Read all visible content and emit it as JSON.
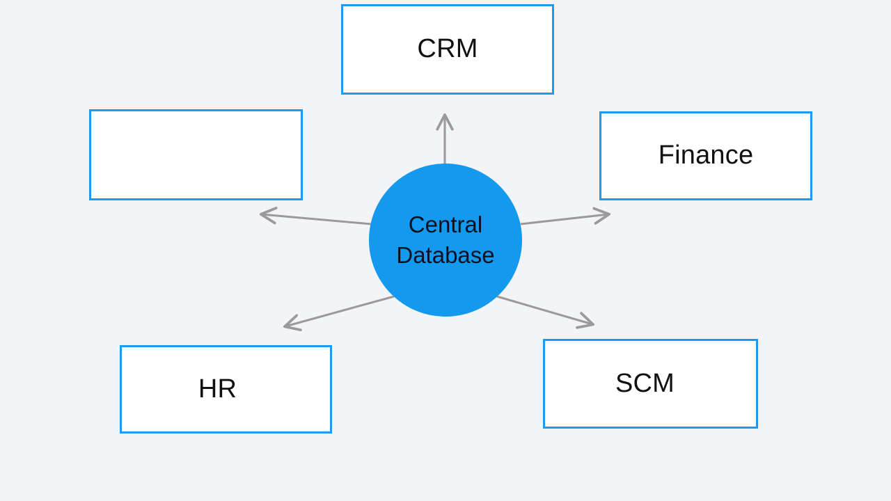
{
  "diagram": {
    "title": "Central Database hub-and-spoke integration diagram",
    "background_color": "#f2f4f8",
    "accent_color": "#1e9bf0",
    "hub_fill_color": "#1399ee",
    "arrow_color": "#9a9a9a",
    "hub": {
      "label": "Central\nDatabase",
      "line1": "Central",
      "line2": "Database",
      "shape": "circle"
    },
    "nodes": [
      {
        "id": "crm",
        "label": "CRM",
        "position": "top"
      },
      {
        "id": "left",
        "label": "",
        "position": "left"
      },
      {
        "id": "finance",
        "label": "Finance",
        "position": "right"
      },
      {
        "id": "hr",
        "label": "HR",
        "position": "bottom-left"
      },
      {
        "id": "scm",
        "label": "SCM",
        "position": "bottom-right"
      }
    ],
    "connectors": [
      {
        "id": "hub-to-crm",
        "from": "hub",
        "to": "crm",
        "direction": "up"
      },
      {
        "id": "hub-to-left",
        "from": "hub",
        "to": "left",
        "direction": "left"
      },
      {
        "id": "hub-to-finance",
        "from": "hub",
        "to": "finance",
        "direction": "right"
      },
      {
        "id": "hub-to-hr",
        "from": "hub",
        "to": "hr",
        "direction": "down-left"
      },
      {
        "id": "hub-to-scm",
        "from": "hub",
        "to": "scm",
        "direction": "down-right"
      }
    ]
  }
}
